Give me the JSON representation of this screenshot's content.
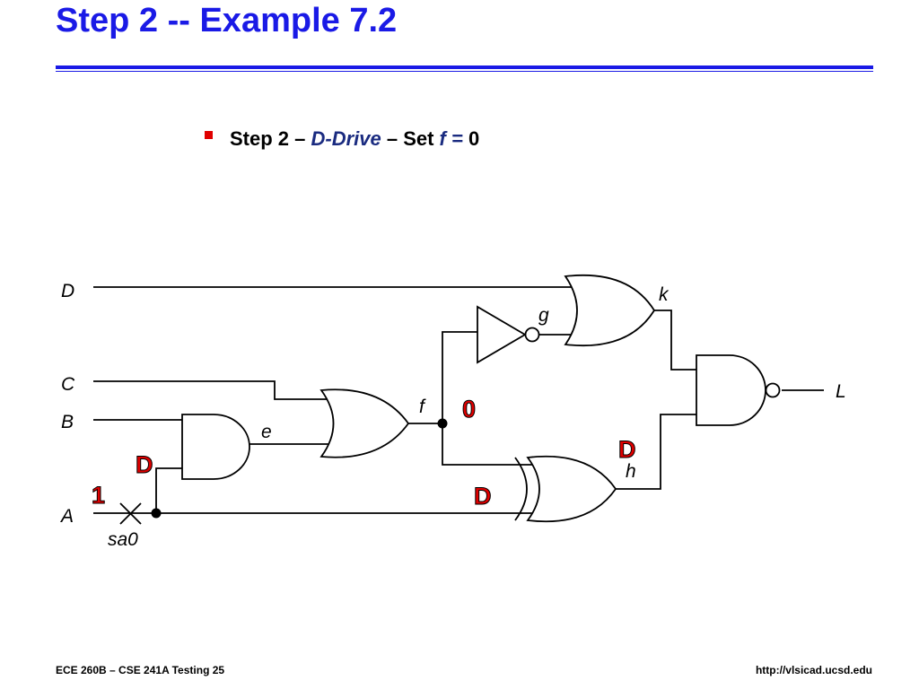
{
  "slide": {
    "title": "Step 2 -- Example 7.2",
    "bullet": {
      "prefix": "Step 2 – ",
      "emphasis": "D-Drive",
      "middle": " – Set ",
      "variable": "f =",
      "value": " 0"
    }
  },
  "circuit": {
    "inputs": {
      "D": "D",
      "C": "C",
      "B": "B",
      "A": "A"
    },
    "nodes": {
      "e": "e",
      "f": "f",
      "g": "g",
      "h": "h",
      "k": "k",
      "L": "L"
    },
    "fault_label": "sa0",
    "values": {
      "f": "0",
      "a_and_input": "D",
      "a_line": "1",
      "a_xor_input": "D",
      "h": "D"
    }
  },
  "footer": {
    "left": "ECE 260B – CSE 241A Testing 25",
    "right": "http://vlsicad.ucsd.edu"
  },
  "colors": {
    "title": "#1a1ae6",
    "bullet_mark": "#e00000",
    "logic_value": "#e00000",
    "emphasis": "#1a2b80"
  }
}
